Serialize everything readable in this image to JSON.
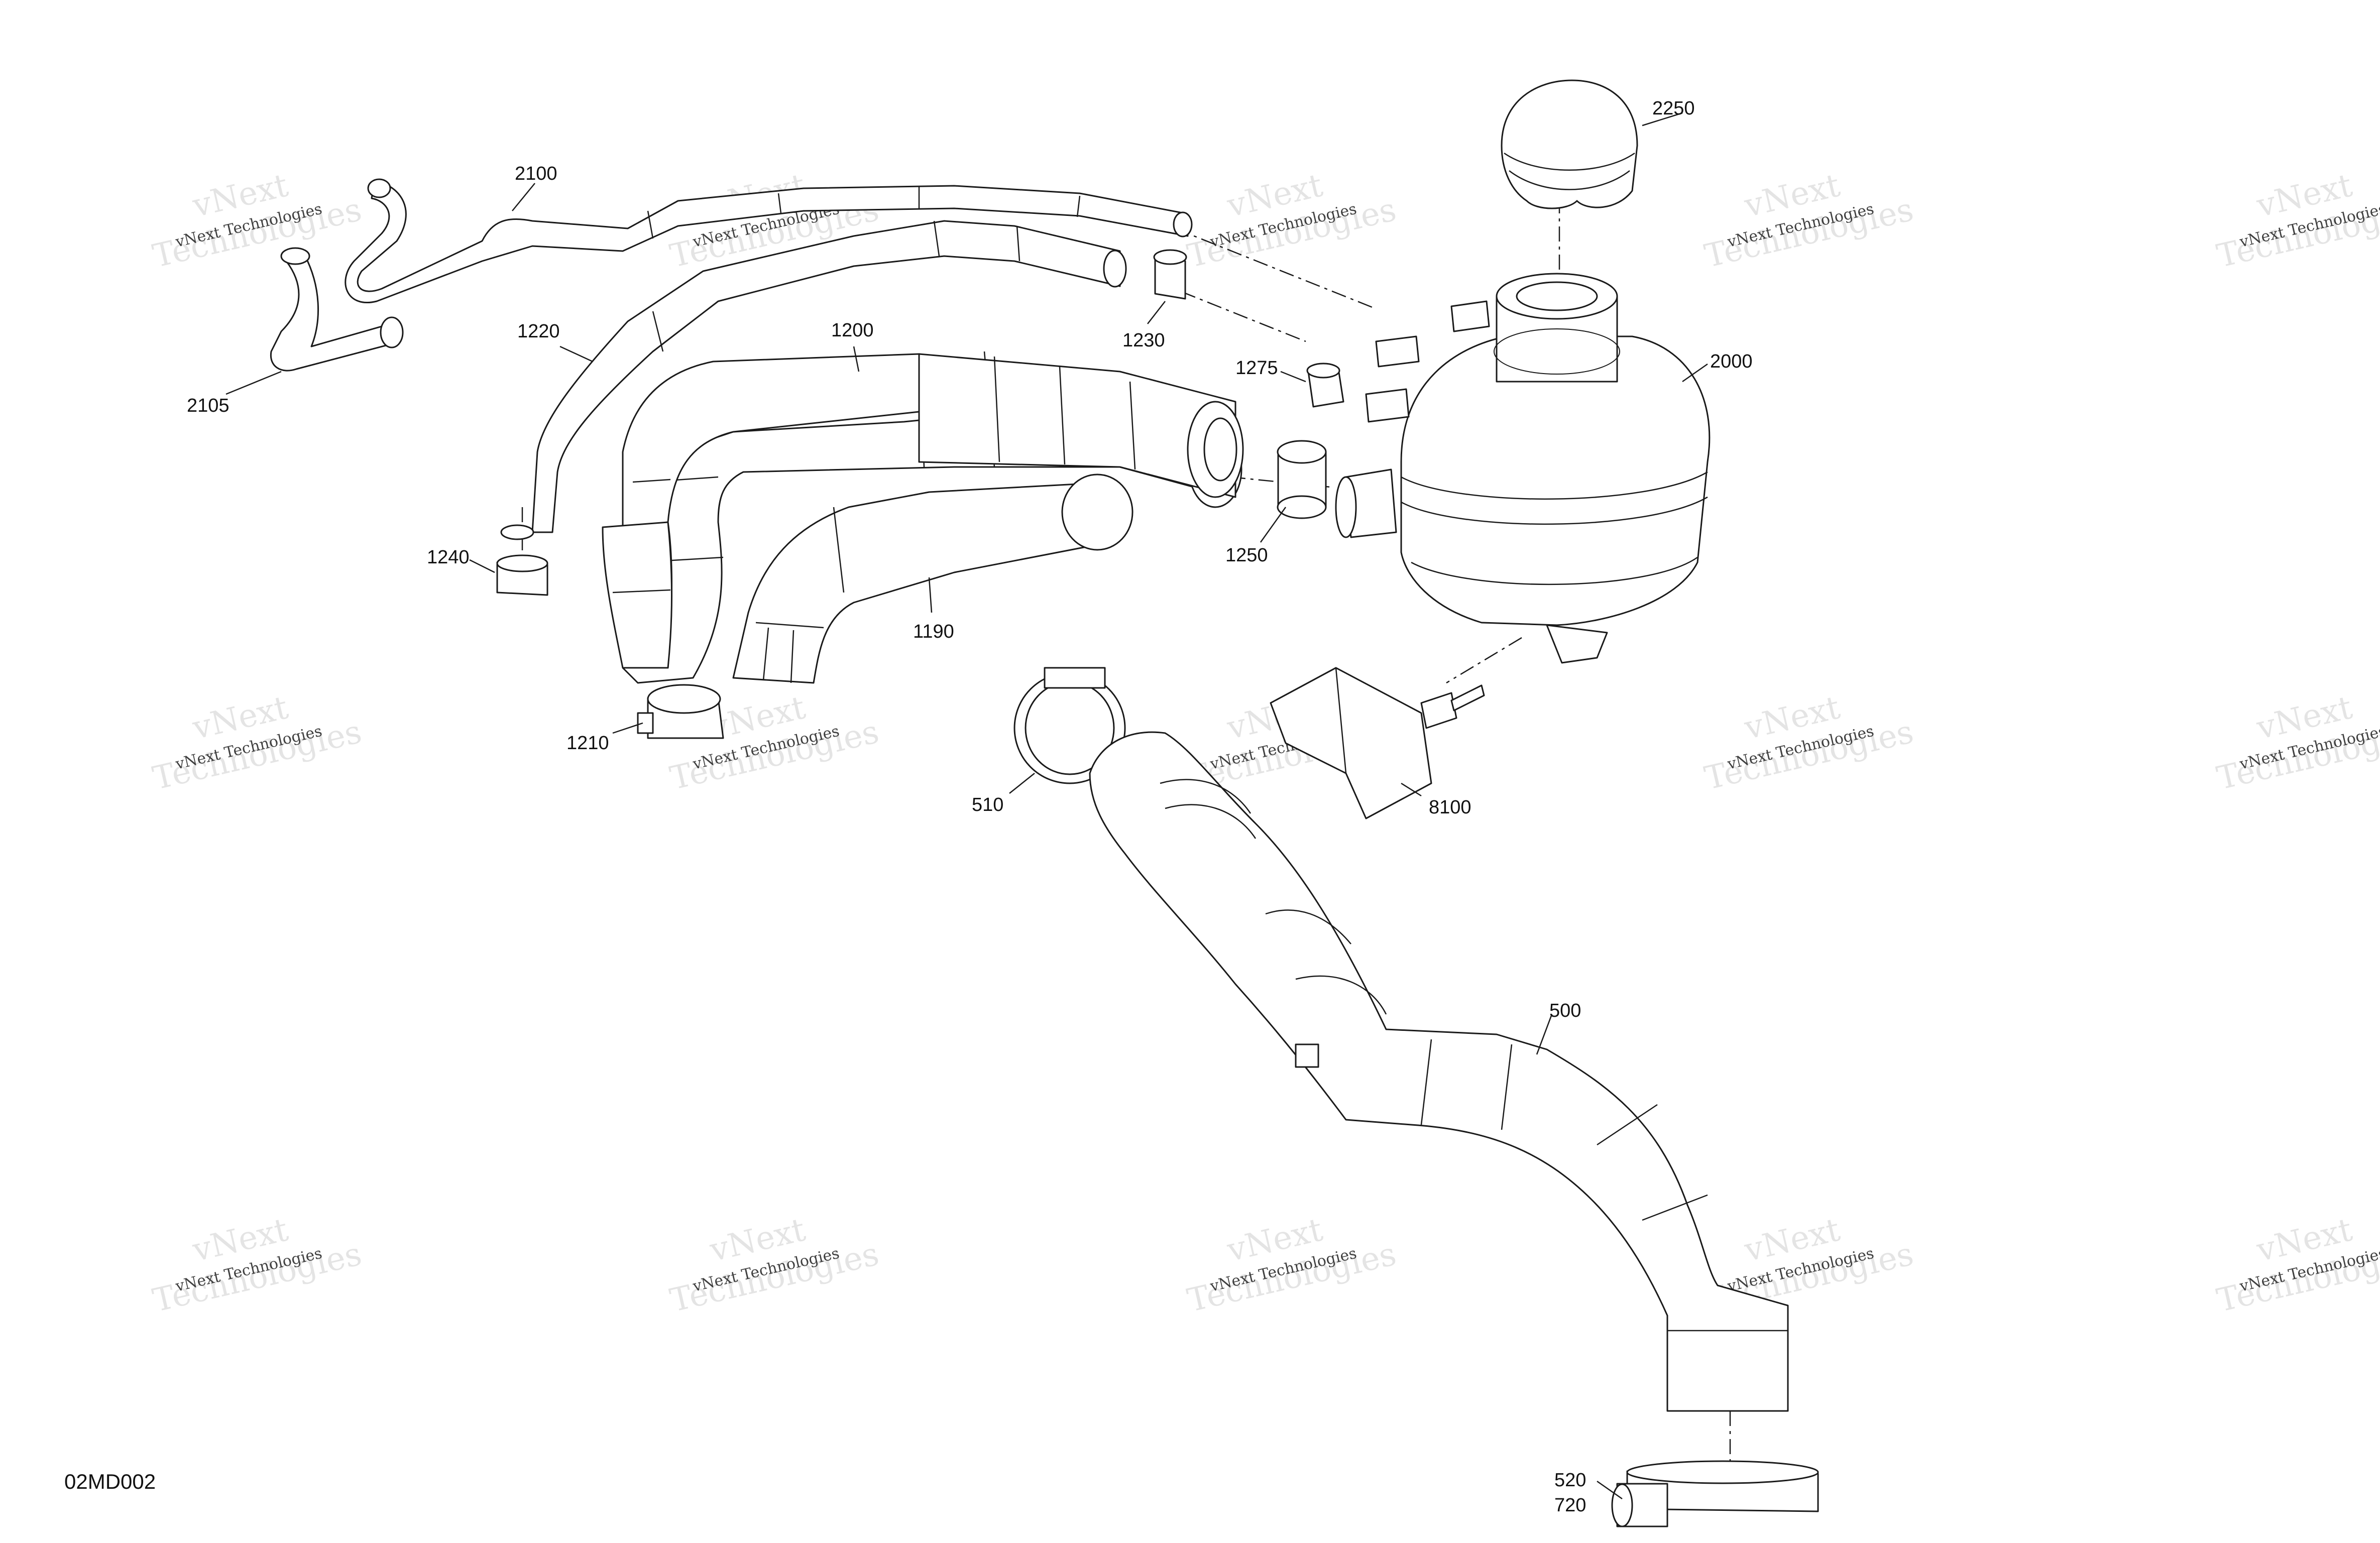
{
  "drawing_code": "02MD002",
  "watermark": {
    "line1": "vNext Technologies",
    "big_a": "vNext",
    "big_b": "Technologies"
  },
  "callouts": {
    "c2100": "2100",
    "c2105": "2105",
    "c1220": "1220",
    "c1200": "1200",
    "c1230": "1230",
    "c1275": "1275",
    "c2250": "2250",
    "c2000": "2000",
    "c1240": "1240",
    "c1250": "1250",
    "c1190": "1190",
    "c1210": "1210",
    "c510": "510",
    "c8100": "8100",
    "c500": "500",
    "c520": "520",
    "c720": "720"
  }
}
